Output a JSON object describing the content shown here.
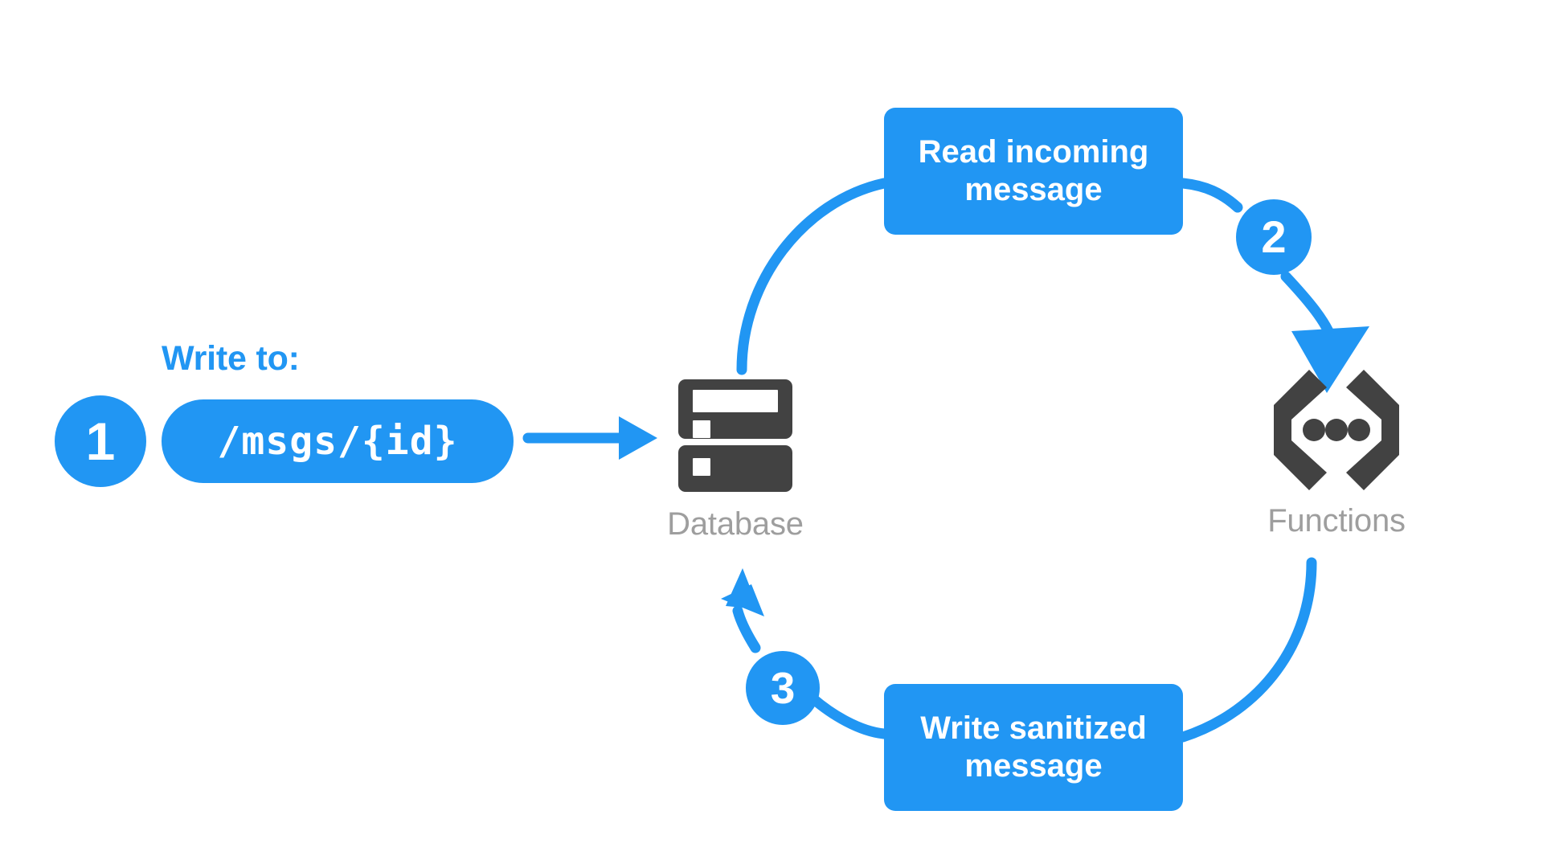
{
  "diagram": {
    "title": "Firebase sanitize message flow",
    "background": "#ffffff",
    "colors": {
      "accent_blue": "#2196f3",
      "icon_dark": "#424242",
      "label_gray": "#9e9e9e",
      "text_on_accent": "#ffffff"
    },
    "caption": {
      "write_to_label": "Write to:"
    },
    "path_pill": {
      "text": "/msgs/{id}"
    },
    "steps": [
      {
        "number": "1",
        "name": "write-to-database"
      },
      {
        "number": "2",
        "name": "trigger-function"
      },
      {
        "number": "3",
        "name": "write-back-to-database"
      }
    ],
    "boxes": [
      {
        "name": "read-incoming-message",
        "line1": "Read incoming",
        "line2": "message"
      },
      {
        "name": "write-sanitized-message",
        "line1": "Write sanitized",
        "line2": "message"
      }
    ],
    "services": [
      {
        "name": "database",
        "label": "Database",
        "icon": "database-icon"
      },
      {
        "name": "functions",
        "label": "Functions",
        "icon": "functions-braces-icon"
      }
    ],
    "connectors": [
      {
        "name": "pill-to-database-arrow",
        "from": "/msgs/{id}",
        "to": "Database",
        "arrowhead": true,
        "shape": "straight"
      },
      {
        "name": "database-to-read-box-curve",
        "from": "Database",
        "to": "Read incoming message",
        "arrowhead": false,
        "shape": "curve"
      },
      {
        "name": "read-box-to-functions-arrow",
        "from": "Read incoming message",
        "to": "Functions",
        "arrowhead": true,
        "shape": "curve"
      },
      {
        "name": "functions-to-write-box-curve",
        "from": "Functions",
        "to": "Write sanitized message",
        "arrowhead": false,
        "shape": "curve"
      },
      {
        "name": "write-box-to-database-arrow",
        "from": "Write sanitized message",
        "to": "Database",
        "arrowhead": true,
        "shape": "curve"
      }
    ]
  }
}
